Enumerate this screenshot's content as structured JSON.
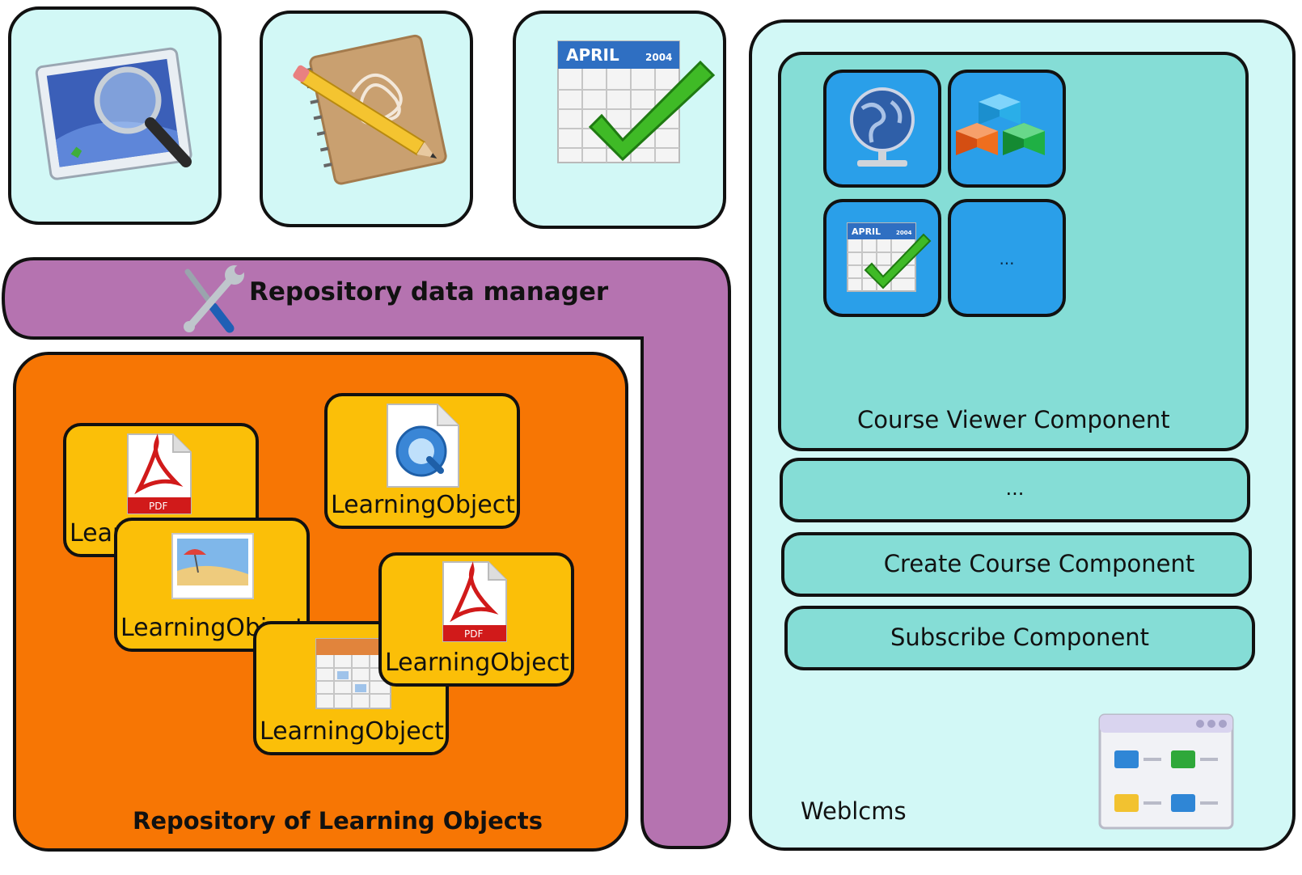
{
  "top_tools": [
    {
      "icon": "magnifier-screen-icon"
    },
    {
      "icon": "notebook-pencil-icon"
    },
    {
      "icon": "calendar-check-icon",
      "calendar_month": "APRIL",
      "calendar_year": "2004"
    }
  ],
  "manager": {
    "label": "Repository data manager",
    "icon": "tools-icon",
    "color": "#b573b0"
  },
  "repository": {
    "label": "Repository of Learning Objects",
    "color": "#f77604",
    "object_color": "#fbbf08",
    "objects": [
      {
        "label": "LearningObject",
        "icon": "pdf-icon",
        "pdf_text": "PDF"
      },
      {
        "label": "LearningObject",
        "icon": "image-icon"
      },
      {
        "label": "LearningObject",
        "icon": "quicktime-icon"
      },
      {
        "label": "LearningObject",
        "icon": "pdf-icon",
        "pdf_text": "PDF"
      },
      {
        "label": "LearningObject",
        "icon": "calendar-icon"
      }
    ]
  },
  "weblcms": {
    "label": "Weblcms",
    "color": "#d2f8f6",
    "course_viewer": {
      "label": "Course Viewer Component",
      "color": "#85ddd6",
      "component_color": "#2a9fe9",
      "components": [
        {
          "icon": "globe-network-icon"
        },
        {
          "icon": "cubes-icon"
        },
        {
          "icon": "calendar-check-icon",
          "calendar_month": "APRIL",
          "calendar_year": "2004"
        },
        {
          "label": "..."
        }
      ]
    },
    "components": [
      {
        "label": "..."
      },
      {
        "label": "Create Course Component"
      },
      {
        "label": "Subscribe Component"
      }
    ],
    "app_icon": "window-folders-icon"
  }
}
